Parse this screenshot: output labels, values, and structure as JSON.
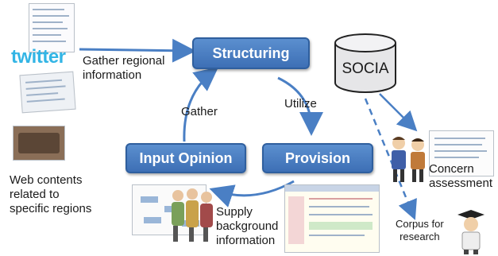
{
  "nodes": {
    "structuring": "Structuring",
    "input_opinion": "Input Opinion",
    "provision": "Provision"
  },
  "database": {
    "label": "SOCIA"
  },
  "sources": {
    "twitter_logo": "twitter",
    "gather_regional_line1": "Gather regional",
    "gather_regional_line2": "information",
    "web_contents_line1": "Web contents",
    "web_contents_line2": "related to",
    "web_contents_line3": "specific regions"
  },
  "edges": {
    "gather": "Gather",
    "utilize": "Utilize",
    "supply_line1": "Supply",
    "supply_line2": "background",
    "supply_line3": "information",
    "concern_line1": "Concern",
    "concern_line2": "assessment",
    "corpus_line1": "Corpus for",
    "corpus_line2": "research"
  },
  "colors": {
    "node_fill": "#4a7fc4",
    "arrow": "#4a7fc4",
    "twitter_blue": "#33b5e5",
    "db_fill": "#e6e6e8"
  }
}
